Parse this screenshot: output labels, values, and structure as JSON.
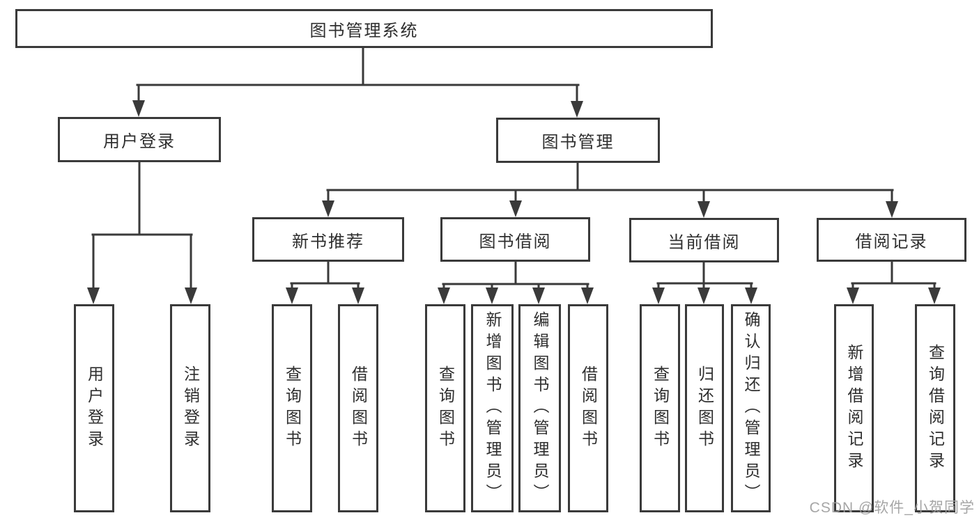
{
  "tree": {
    "label": "图书管理系统",
    "children": [
      {
        "label": "用户登录",
        "children": [
          {
            "label": "用户登录"
          },
          {
            "label": "注销登录"
          }
        ]
      },
      {
        "label": "图书管理",
        "children": [
          {
            "label": "新书推荐",
            "children": [
              {
                "label": "查询图书"
              },
              {
                "label": "借阅图书"
              }
            ]
          },
          {
            "label": "图书借阅",
            "children": [
              {
                "label": "查询图书"
              },
              {
                "label": "新增图书（管理员）"
              },
              {
                "label": "编辑图书（管理员）"
              },
              {
                "label": "借阅图书"
              }
            ]
          },
          {
            "label": "当前借阅",
            "children": [
              {
                "label": "查询图书"
              },
              {
                "label": "归还图书"
              },
              {
                "label": "确认归还（管理员）"
              }
            ]
          },
          {
            "label": "借阅记录",
            "children": [
              {
                "label": "新增借阅记录"
              },
              {
                "label": "查询借阅记录"
              }
            ]
          }
        ]
      }
    ]
  },
  "watermark": {
    "text": "CSDN @软件_小贺同学"
  },
  "colors": {
    "line": "#3a3a3a",
    "text": "#2e2e2e",
    "box_background": "#ffffff",
    "page_background": "#ffffff",
    "watermark": "#9e9e9e"
  }
}
